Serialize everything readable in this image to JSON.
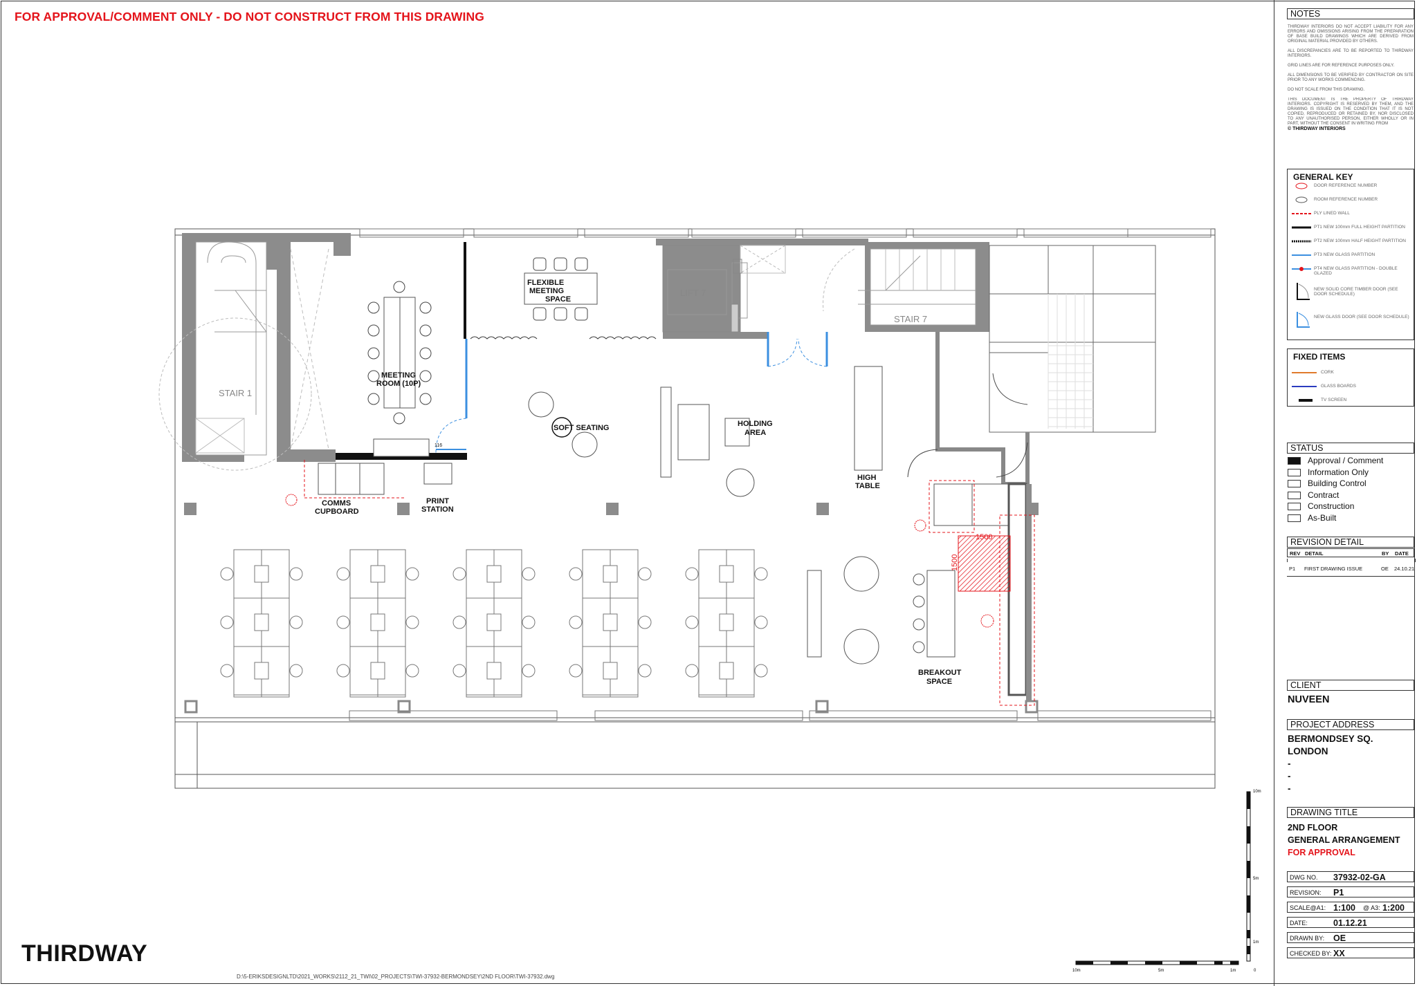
{
  "warning": "FOR APPROVAL/COMMENT ONLY - DO NOT CONSTRUCT FROM THIS DRAWING",
  "logo": "THIRDWAY",
  "file_path": "D:\\5-ERIKSDESIGNLTD\\2021_WORKS\\2112_21_TWI\\02_PROJECTS\\TWI-37932-BERMONDSEY\\2ND FLOOR\\TWI-37932.dwg",
  "rooms": {
    "stair1": "STAIR 1",
    "lift7": "LIFT 7",
    "stair7": "STAIR 7",
    "meeting1": "MEETING",
    "meeting2": "ROOM (10P)",
    "flex1": "FLEXIBLE",
    "flex2": "MEETING",
    "flex3": "SPACE",
    "soft": "SOFT SEATING",
    "holding1": "HOLDING",
    "holding2": "AREA",
    "high1": "HIGH",
    "high2": "TABLE",
    "comms1": "COMMS",
    "comms2": "CUPBOARD",
    "print1": "PRINT",
    "print2": "STATION",
    "breakout1": "BREAKOUT",
    "breakout2": "SPACE",
    "dim_h": "1500",
    "dim_v": "1500",
    "door_tag": "116"
  },
  "scale_bar": {
    "labels": [
      "10m",
      "5m",
      "1m",
      "0"
    ],
    "vlabels": [
      "10m",
      "5m",
      "1m",
      "0"
    ]
  },
  "notes": {
    "title": "NOTES",
    "paragraphs": [
      "THIRDWAY INTERIORS DO NOT ACCEPT LIABILITY FOR ANY ERRORS AND OMISSIONS ARISING FROM THE PREPARATION OF BASE BUILD DRAWINGS WHICH ARE DERIVED FROM ORIGINAL MATERIAL PROVIDED BY OTHERS.",
      "ALL DISCREPANCIES ARE TO BE REPORTED TO THIRDWAY INTERIORS.",
      "GRID LINES ARE FOR REFERENCE PURPOSES ONLY.",
      "ALL DIMENSIONS TO BE VERIFIED BY CONTRACTOR ON SITE PRIOR TO ANY WORKS COMMENCING.",
      "DO NOT SCALE FROM THIS DRAWING.",
      "THIS DOCUMENT IS THE PROPERTY OF THIRDWAY INTERIORS. COPYRIGHT IS RESERVED BY THEM, AND THE DRAWING IS ISSUED ON THE CONDITION THAT IT IS NOT COPIED, REPRODUCED OR RETAINED BY, NOR DISCLOSED TO ANY UNAUTHORISED PERSON, EITHER WHOLLY OR IN PART, WITHOUT THE CONSENT IN WRITING FROM"
    ],
    "copyright": "© THIRDWAY INTERIORS"
  },
  "general_key": {
    "title": "GENERAL KEY",
    "items": [
      "DOOR REFERENCE NUMBER",
      "ROOM REFERENCE NUMBER",
      "PLY LINED WALL",
      "PT1 NEW 100mm FULL HEIGHT PARTITION",
      "PT2 NEW 100mm HALF HEIGHT PARTITION",
      "PT3 NEW GLASS PARTITION",
      "PT4 NEW GLASS PARTITION - DOUBLE GLAZED",
      "NEW SOLID CORE TIMBER DOOR (SEE DOOR SCHEDULE)",
      "NEW GLASS DOOR (SEE DOOR SCHEDULE)"
    ]
  },
  "fixed_items": {
    "title": "FIXED ITEMS",
    "items": [
      "CORK",
      "GLASS BOARDS",
      "TV SCREEN"
    ]
  },
  "status": {
    "title": "STATUS",
    "items": [
      {
        "label": "Approval / Comment",
        "checked": true
      },
      {
        "label": "Information Only",
        "checked": false
      },
      {
        "label": "Building Control",
        "checked": false
      },
      {
        "label": "Contract",
        "checked": false
      },
      {
        "label": "Construction",
        "checked": false
      },
      {
        "label": "As-Built",
        "checked": false
      }
    ]
  },
  "revision": {
    "title": "REVISION DETAIL",
    "headers": [
      "REV",
      "DETAIL",
      "BY",
      "DATE"
    ],
    "rows": [
      [
        "P1",
        "FIRST DRAWING ISSUE",
        "OE",
        "24.10.21"
      ]
    ]
  },
  "client": {
    "title": "CLIENT",
    "name": "NUVEEN"
  },
  "project_address": {
    "title": "PROJECT ADDRESS",
    "line1": "BERMONDSEY SQ.",
    "line2": "LONDON",
    "line3": "-",
    "line4": "-",
    "line5": "-"
  },
  "drawing_title": {
    "title": "DRAWING TITLE",
    "line1": "2ND FLOOR",
    "line2": "GENERAL ARRANGEMENT",
    "line3": "FOR APPROVAL"
  },
  "info": {
    "dwg_no_label": "DWG NO.",
    "dwg_no": "37932-02-GA",
    "revision_label": "REVISION:",
    "revision": "P1",
    "scale_label": "SCALE@A1:",
    "scale_a1": "1:100",
    "scale_a3_label": "@ A3:",
    "scale_a3": "1:200",
    "date_label": "DATE:",
    "date": "01.12.21",
    "drawn_label": "DRAWN BY:",
    "drawn": "OE",
    "checked_label": "CHECKED BY:",
    "checked": "XX"
  },
  "colors": {
    "warning": "#e4141b",
    "wall": "#8c8c8c",
    "glass": "#3b8fe0",
    "red": "#e4141b"
  }
}
